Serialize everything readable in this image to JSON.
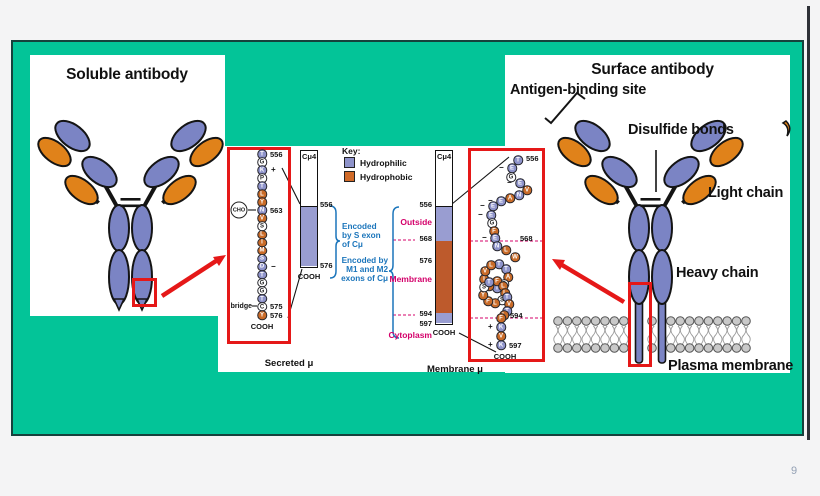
{
  "page": {
    "footer_glyph": "9"
  },
  "left_panel": {
    "title": "Soluble antibody"
  },
  "right_panel": {
    "title": "Surface antibody",
    "antigen_binding_site": "Antigen-binding site",
    "disulfide_bonds": "Disulfide bonds",
    "light_chain": "Light chain",
    "heavy_chain": "Heavy chain",
    "plasma_membrane": "Plasma membrane"
  },
  "key": {
    "title": "Key:",
    "items": [
      {
        "label": "Hydrophilic",
        "color": "#8e93ca"
      },
      {
        "label": "Hydrophobic",
        "color": "#c96b28"
      }
    ]
  },
  "secreted": {
    "name": "Secreted μ",
    "bar": {
      "domain_label": "Cμ4",
      "top_num": "556",
      "bottom_num": "576",
      "cooh": "COOH"
    },
    "bracket_text": [
      "Encoded",
      "by S exon",
      "of Cμ"
    ],
    "chain": {
      "cho": "CHO",
      "bridge": "bridge",
      "cooh": "COOH",
      "residues": [
        {
          "a": "T",
          "t": "philic",
          "n": "556"
        },
        {
          "a": "G",
          "t": "neutral"
        },
        {
          "a": "K",
          "t": "philic",
          "c": "+"
        },
        {
          "a": "P",
          "t": "neutral"
        },
        {
          "a": "T",
          "t": "philic"
        },
        {
          "a": "L",
          "t": "phobic"
        },
        {
          "a": "Y",
          "t": "phobic"
        },
        {
          "a": "N",
          "t": "philic",
          "n": "563",
          "cho": true
        },
        {
          "a": "V",
          "t": "phobic"
        },
        {
          "a": "S",
          "t": "neutral"
        },
        {
          "a": "L",
          "t": "phobic"
        },
        {
          "a": "I",
          "t": "phobic"
        },
        {
          "a": "M",
          "t": "phobic"
        },
        {
          "a": "S",
          "t": "philic"
        },
        {
          "a": "D",
          "t": "philic",
          "c": "−"
        },
        {
          "a": "T",
          "t": "philic"
        },
        {
          "a": "G",
          "t": "neutral"
        },
        {
          "a": "G",
          "t": "neutral"
        },
        {
          "a": "T",
          "t": "philic"
        },
        {
          "a": "C",
          "t": "neutral",
          "n": "575",
          "bridge": true
        },
        {
          "a": "Y",
          "t": "phobic",
          "n": "576"
        }
      ]
    }
  },
  "membrane": {
    "name": "Membrane μ",
    "bar": {
      "domain_label": "Cμ4",
      "nums": [
        "556",
        "568",
        "576",
        "594",
        "597"
      ],
      "cooh": "COOH"
    },
    "regions": [
      {
        "label": "Outside"
      },
      {
        "label": "Membrane"
      },
      {
        "label": "Cytoplasm"
      }
    ],
    "bracket_text": [
      "Encoded by",
      "M1 and M2",
      "exons of Cμ"
    ],
    "chain": {
      "cooh": "COOH",
      "residues": [
        {
          "a": "T",
          "t": "philic",
          "n": "556"
        },
        {
          "a": "E",
          "t": "philic",
          "c": "−"
        },
        {
          "a": "G",
          "t": "neutral"
        },
        {
          "a": "E",
          "t": "philic",
          "c": "−"
        },
        {
          "a": "V",
          "t": "phobic"
        },
        {
          "a": "N",
          "t": "philic"
        },
        {
          "a": "A",
          "t": "phobic"
        },
        {
          "a": "E",
          "t": "philic",
          "c": "−"
        },
        {
          "a": "E",
          "t": "philic",
          "c": "−"
        },
        {
          "a": "E",
          "t": "philic",
          "c": "−"
        },
        {
          "a": "G",
          "t": "neutral"
        },
        {
          "a": "F",
          "t": "phobic"
        },
        {
          "a": "E",
          "t": "philic",
          "c": "−"
        },
        {
          "a": "N",
          "t": "philic",
          "n": "568"
        },
        {
          "a": "L",
          "t": "phobic"
        },
        {
          "a": "W",
          "t": "phobic"
        },
        {
          "a": "T",
          "t": "philic"
        },
        {
          "a": "T",
          "t": "philic"
        },
        {
          "a": "A",
          "t": "phobic"
        },
        {
          "a": "S",
          "t": "neutral"
        },
        {
          "a": "T",
          "t": "philic"
        },
        {
          "a": "F",
          "t": "phobic"
        },
        {
          "a": "I",
          "t": "phobic"
        },
        {
          "a": "V",
          "t": "phobic"
        },
        {
          "a": "L",
          "t": "phobic"
        },
        {
          "a": "F",
          "t": "phobic"
        },
        {
          "a": "L",
          "t": "phobic"
        },
        {
          "a": "L",
          "t": "phobic"
        },
        {
          "a": "S",
          "t": "neutral"
        },
        {
          "a": "L",
          "t": "phobic"
        },
        {
          "a": "F",
          "t": "phobic"
        },
        {
          "a": "Y",
          "t": "phobic"
        },
        {
          "a": "S",
          "t": "neutral"
        },
        {
          "a": "T",
          "t": "philic"
        },
        {
          "a": "T",
          "t": "philic"
        },
        {
          "a": "V",
          "t": "phobic"
        },
        {
          "a": "T",
          "t": "philic"
        },
        {
          "a": "L",
          "t": "phobic"
        },
        {
          "a": "F",
          "t": "phobic",
          "n": "594"
        },
        {
          "a": "K",
          "t": "philic",
          "c": "+"
        },
        {
          "a": "V",
          "t": "phobic"
        },
        {
          "a": "K",
          "t": "philic",
          "c": "+",
          "n": "597"
        }
      ]
    }
  }
}
